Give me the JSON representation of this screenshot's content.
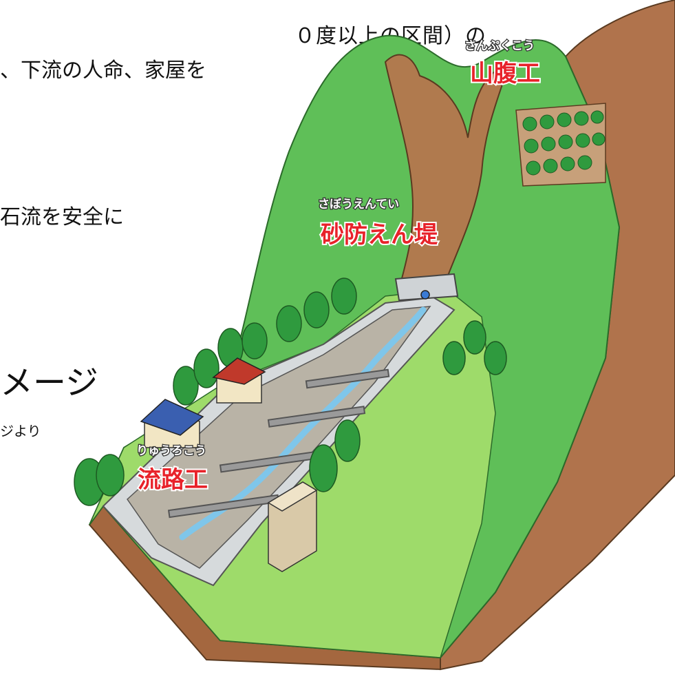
{
  "text_fragments": {
    "line1": "０度以上の区間）の",
    "line2": "、下流の人命、家屋を",
    "line3": "石流を安全に",
    "heading": "メージ",
    "source": "ジより"
  },
  "labels": [
    {
      "id": "sanpukukou",
      "reading": "さんぷくこう",
      "name": "山腹工"
    },
    {
      "id": "saboentei",
      "reading": "さぼうえんてい",
      "name": "砂防えん堤"
    },
    {
      "id": "ryuurokou",
      "reading": "りゅうろこう",
      "name": "流路工"
    }
  ],
  "colors": {
    "ground_face": "#b0734c",
    "ground_dark": "#8c5634",
    "grass": "#5fbf58",
    "grass_light": "#9edb6a",
    "forest": "#2f9a3e",
    "channel": "#c9cfd2",
    "water": "#7fc6ea",
    "label_red": "#e8222a"
  }
}
